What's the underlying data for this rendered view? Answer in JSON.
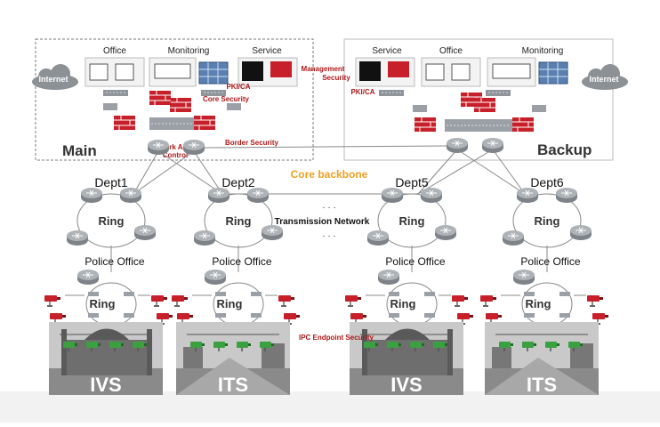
{
  "sites": {
    "main": {
      "title": "Main",
      "zones": [
        "Office",
        "Monitoring",
        "Service"
      ],
      "internet": "Internet",
      "pki": "PKI/CA",
      "core_security": "Core Security",
      "border_security": "Border Security",
      "nac_line1": "Network Access",
      "nac_line2": "Control"
    },
    "backup": {
      "title": "Backup",
      "zones": [
        "Service",
        "Office",
        "Monitoring"
      ],
      "internet": "Internet",
      "pki": "PKI/CA",
      "mgmt_line1": "Management",
      "mgmt_line2": "Security"
    }
  },
  "core_backbone": "Core backbone",
  "transmission_network": "Transmission Network",
  "ellipsis": "· · ·",
  "depts": [
    "Dept1",
    "Dept2",
    "Dept5",
    "Dept6"
  ],
  "ring": "Ring",
  "police_office": "Police Office",
  "ipc_endpoint_security": "IPC Endpoint Security",
  "photos": [
    "IVS",
    "ITS",
    "IVS",
    "ITS"
  ],
  "colors": {
    "security_red": "#c8202a",
    "router_grey": "#9aa0a6",
    "camera_green": "#3aa040",
    "core_orange": "#f0a020"
  }
}
